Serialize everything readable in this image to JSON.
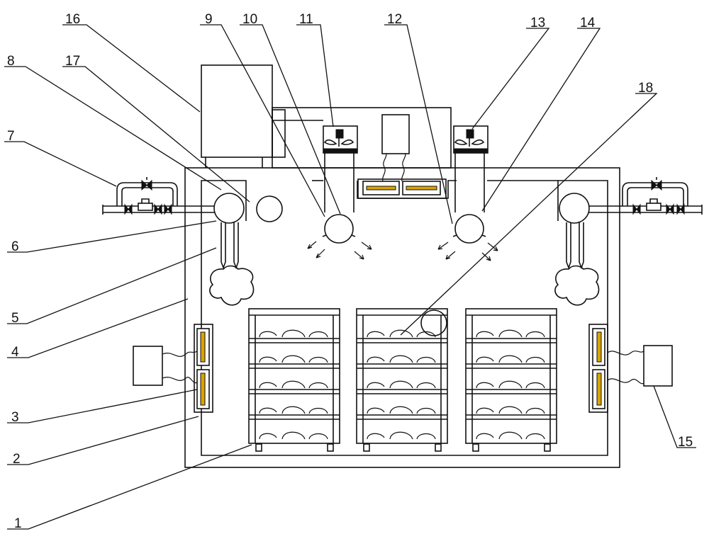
{
  "labels": [
    {
      "id": "1",
      "text": "1"
    },
    {
      "id": "2",
      "text": "2"
    },
    {
      "id": "3",
      "text": "3"
    },
    {
      "id": "4",
      "text": "4"
    },
    {
      "id": "5",
      "text": "5"
    },
    {
      "id": "6",
      "text": "6"
    },
    {
      "id": "7",
      "text": "7"
    },
    {
      "id": "8",
      "text": "8"
    },
    {
      "id": "9",
      "text": "9"
    },
    {
      "id": "10",
      "text": "10"
    },
    {
      "id": "11",
      "text": "11"
    },
    {
      "id": "12",
      "text": "12"
    },
    {
      "id": "13",
      "text": "13"
    },
    {
      "id": "14",
      "text": "14"
    },
    {
      "id": "15",
      "text": "15"
    },
    {
      "id": "16",
      "text": "16"
    },
    {
      "id": "17",
      "text": "17"
    },
    {
      "id": "18",
      "text": "18"
    }
  ],
  "colors": {
    "line": "#111111",
    "heater": "#d9a400",
    "background": "#ffffff"
  }
}
